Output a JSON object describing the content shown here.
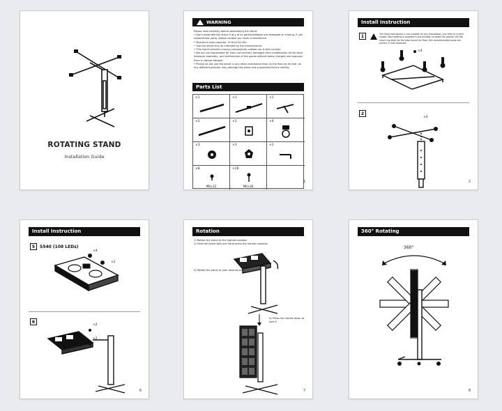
{
  "page1": {
    "title": "ROTATING STAND",
    "subtitle": "Installation Guide"
  },
  "page2": {
    "warning_title": "WARNING",
    "warnings": [
      "Please read carefully before assembling the stand.",
      "• Don't assemble the stand if any of its parts/hardware are damaged or missing. If you may be",
      "  replacement parts, please contact our team of assistance.",
      "• Maximum load capacity: 70 KG/154 LBS.",
      "• Use the stand only as intended by the manufacturer.",
      "• This stand contains moving components, please use it with caution.",
      "• We are not responsible for risks not covered, damages from modification of the stand,",
      "  improper assembly, and malfunction of the goods without being charged and approved beforehand.",
      "  Even a natural disaster.",
      "• Please do not use the stand in any other orientation than on the floor by its feet, as",
      "  any different position may damage the stand and suspended fixture setting."
    ],
    "parts_title": "Parts List",
    "parts": [
      {
        "qty": "×1",
        "caption": ""
      },
      {
        "qty": "×1",
        "caption": ""
      },
      {
        "qty": "×1",
        "caption": ""
      },
      {
        "qty": "×2",
        "caption": ""
      },
      {
        "qty": "×2",
        "caption": ""
      },
      {
        "qty": "×4",
        "caption": ""
      },
      {
        "qty": "×3",
        "caption": ""
      },
      {
        "qty": "×3",
        "caption": ""
      },
      {
        "qty": "×1",
        "caption": ""
      },
      {
        "qty": "×8",
        "caption": "M6×12"
      },
      {
        "qty": "×16",
        "caption": "M6×30"
      },
      {
        "qty": "",
        "caption": ""
      }
    ],
    "page_number": "1"
  },
  "page3": {
    "title": "Install Instruction",
    "step1": "1",
    "step1_note": "The fixed mechanism is not suitable for any stand/base, and refer to a level carpet. Start getting it supplied in the window, to avoid the pointer link the small ring steel for the stop mount for floor, this recommended some are screed, it until fastened.",
    "step1_qty": "×4",
    "step2": "2",
    "step2_qty": "×4",
    "page_number": "2"
  },
  "page4": {
    "title": "Install Instruction",
    "step5": "5",
    "model": "S540 (108 LEDs)",
    "qty_a": "×4",
    "qty_b": "×2",
    "step6": "6",
    "qty_c": "×2",
    "qty_d": "×2",
    "page_number": "6"
  },
  "page5": {
    "title": "Rotation",
    "steps": [
      "1)  Rotate the stand to the highest position",
      "2)  Hold the panel with one hand press the handle upwards",
      "3)  Rotate the panel to your desired position"
    ],
    "step4": "4)  Press the handle down to lock it",
    "page_number": "7"
  },
  "page6": {
    "title": "360° Rotating",
    "angle": "360°",
    "page_number": "8"
  }
}
